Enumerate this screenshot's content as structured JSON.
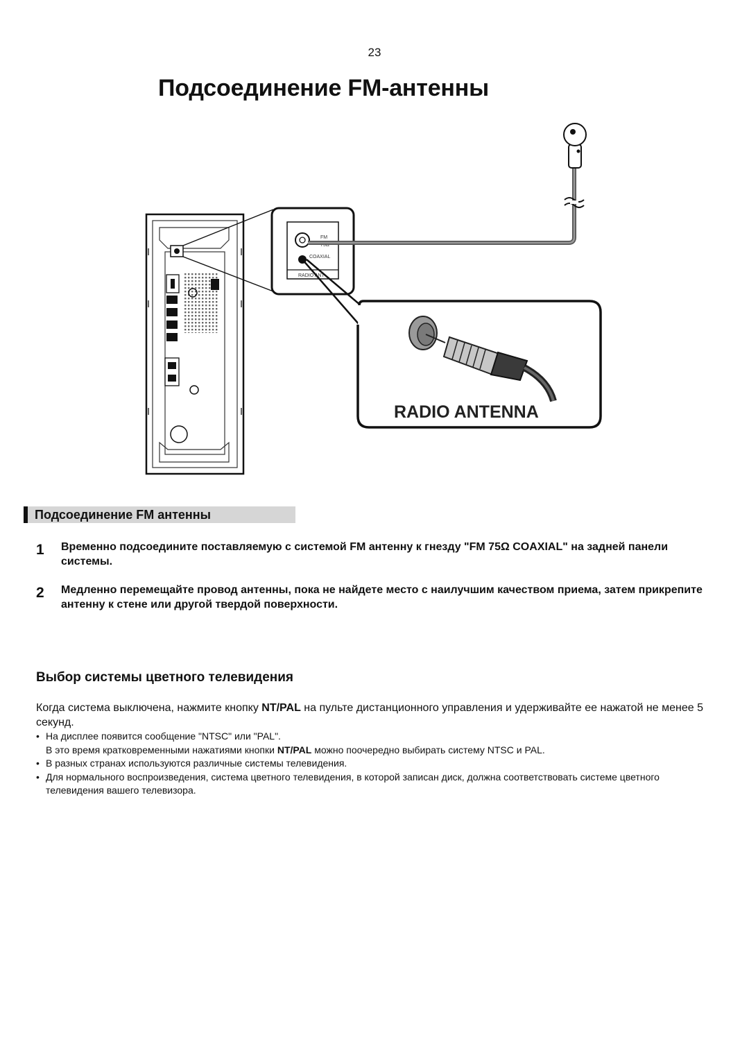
{
  "page": {
    "number": "23",
    "title": "Подсоединение FM-антенны"
  },
  "diagram": {
    "port_fm_label": "FM",
    "port_75_label": "75Ω",
    "port_coaxial_label": "COAXIAL",
    "panel_label": "RADIO ANT",
    "callout_label": "RADIO ANTENNA"
  },
  "fm_section": {
    "header": "Подсоединение FM антенны",
    "steps": [
      {
        "num": "1",
        "text": "Временно подсоедините поставляемую с системой FM антенну к гнезду \"FM 75Ω COAXIAL\" на задней панели системы."
      },
      {
        "num": "2",
        "text": "Медленно перемещайте провод антенны, пока не найдете место с наилучшим качеством приема, затем прикрепите антенну к стене или другой твердой поверхности."
      }
    ]
  },
  "tv_section": {
    "heading": "Выбор системы цветного телевидения",
    "intro_before": "Когда система выключена, нажмите кнопку ",
    "intro_button": "NT/PAL",
    "intro_after": " на пульте дистанционного управления и удерживайте ее нажатой не менее 5 секунд.",
    "bullet_symbol": "•",
    "bullets": [
      {
        "line1": "На дисплее появится сообщение \"NTSC\" или \"PAL\".",
        "line2_before": "В это время кратковременными нажатиями кнопки ",
        "line2_button": "NT/PAL",
        "line2_after": " можно поочередно выбирать систему NTSC и PAL."
      },
      {
        "text": "В разных странах используются различные системы телевидения."
      },
      {
        "text": "Для нормального воспроизведения, система цветного телевидения, в которой записан диск, должна соответствовать системе цветного телевидения вашего телевизора."
      }
    ]
  }
}
